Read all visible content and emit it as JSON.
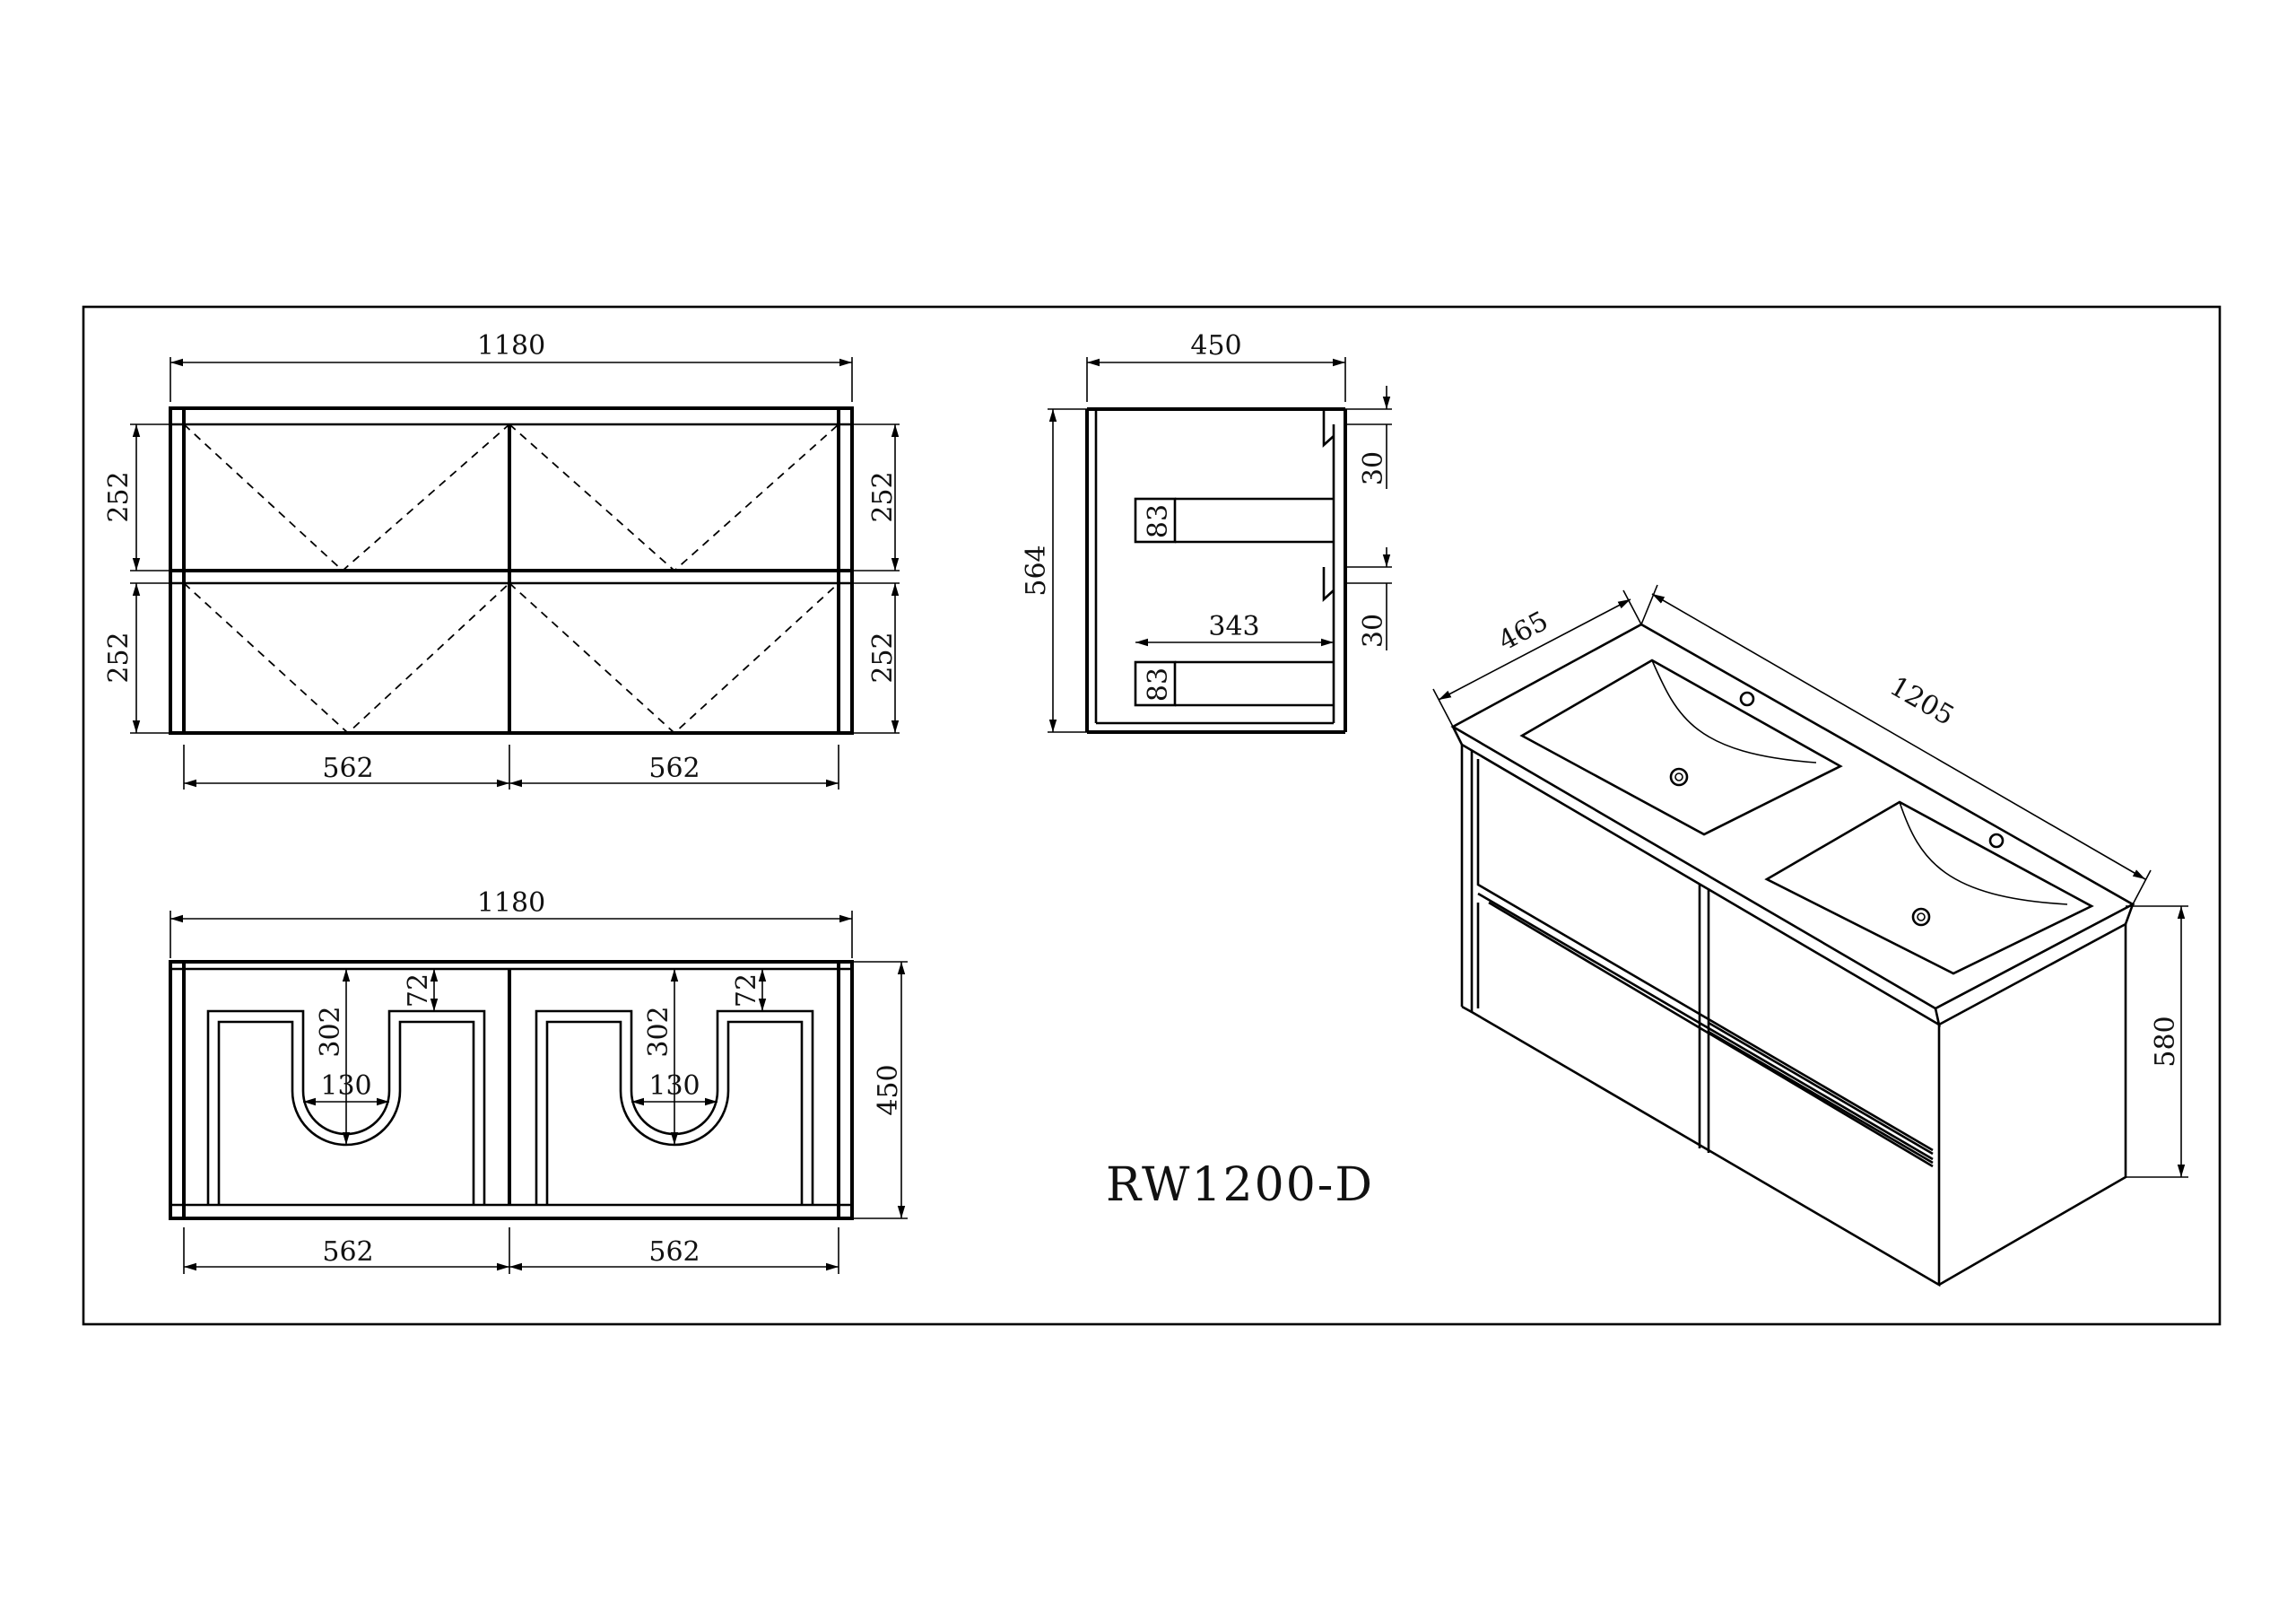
{
  "model_code": "RW1200-D",
  "front_view": {
    "overall_width": "1180",
    "drawer_height_top_left": "252",
    "drawer_height_bottom_left": "252",
    "drawer_height_top_right": "252",
    "drawer_height_bottom_right": "252",
    "drawer_width_left": "562",
    "drawer_width_right": "562"
  },
  "side_view": {
    "depth": "450",
    "height": "564",
    "top_gap": "30",
    "middle_gap": "30",
    "handle_height_top": "83",
    "handle_height_bottom": "83",
    "drawer_depth": "343"
  },
  "top_view": {
    "overall_width": "1180",
    "depth": "450",
    "cutout_depth_left": "302",
    "cutout_depth_right": "302",
    "cutout_width_left": "130",
    "cutout_width_right": "130",
    "setback_left": "72",
    "setback_right": "72",
    "drawer_width_left": "562",
    "drawer_width_right": "562"
  },
  "iso_view": {
    "depth": "465",
    "width": "1205",
    "height": "580"
  }
}
